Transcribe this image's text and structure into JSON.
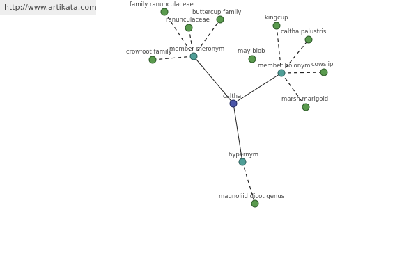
{
  "watermark": "http://www.artikata.com",
  "colors": {
    "leaf": "#5a9a4e",
    "relation": "#4f9e97",
    "root": "#4a56a8"
  },
  "graph": {
    "root": "caltha",
    "relations": [
      {
        "label": "member meronym",
        "targets": [
          "family ranunculaceae",
          "buttercup family",
          "ranunculaceae",
          "crowfoot family"
        ]
      },
      {
        "label": "member holonym",
        "targets": [
          "kingcup",
          "caltha palustris",
          "may blob",
          "cowslip",
          "marsh marigold"
        ]
      },
      {
        "label": "hypernym",
        "targets": [
          "magnoliid dicot genus"
        ]
      }
    ]
  }
}
